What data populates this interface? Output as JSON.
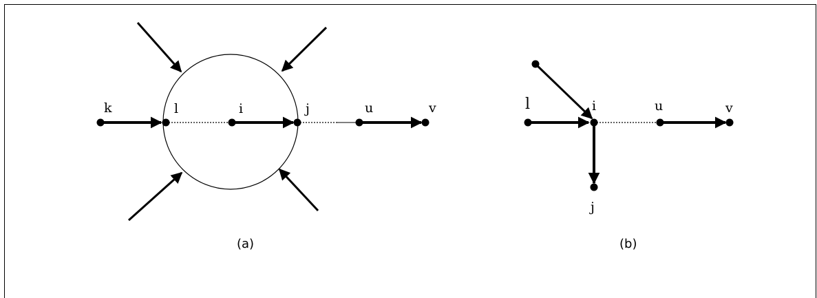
{
  "diagram_a": {
    "caption": "(a)",
    "labels": {
      "k": "k",
      "l": "l",
      "i": "i",
      "j": "j",
      "u": "u",
      "v": "v"
    }
  },
  "diagram_b": {
    "caption": "(b)",
    "labels": {
      "l": "l",
      "i": "i",
      "u": "u",
      "v": "v",
      "j": "j"
    }
  }
}
